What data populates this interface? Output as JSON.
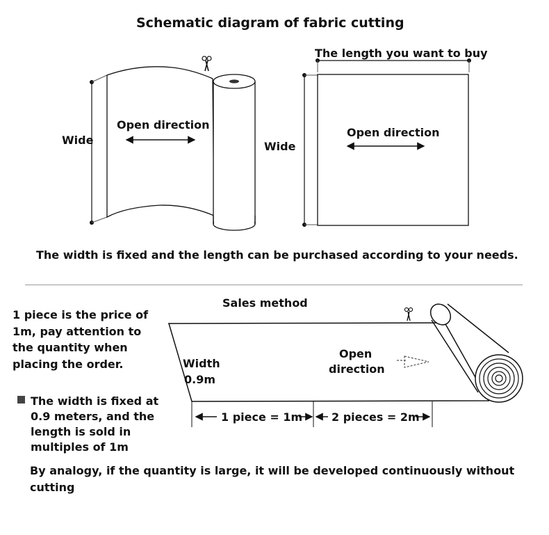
{
  "title": "Schematic diagram of fabric cutting",
  "roll_diagram": {
    "wide_label": "Wide",
    "open_direction_label": "Open direction"
  },
  "flat_diagram": {
    "length_label": "The length you want to buy",
    "wide_label": "Wide",
    "open_direction_label": "Open direction"
  },
  "top_caption": "The width is fixed and the length can be purchased according to your needs.",
  "sales": {
    "heading": "Sales method",
    "left_note": "1 piece is the price of 1m, pay attention to the quantity when placing the order.",
    "width_label_line1": "Width",
    "width_label_line2": "0.9m",
    "open_direction_line1": "Open",
    "open_direction_line2": "direction",
    "piece1_label": "1 piece = 1m",
    "piece2_label": "2 pieces = 2m",
    "bullet_note": "The width is fixed at 0.9 meters, and the length is sold in multiples of 1m",
    "bottom_note": "By analogy, if the quantity is large, it will be developed continuously without cutting"
  }
}
